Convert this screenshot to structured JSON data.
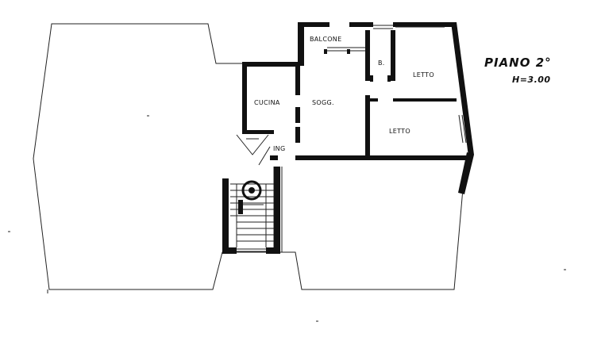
{
  "plan": {
    "title": "PIANO 2°",
    "height_note": "H=3.00",
    "rooms": {
      "balcone": "BALCONE",
      "cucina": "CUCINA",
      "soggiorno": "SOGG.",
      "bagno": "B.",
      "letto_1": "LETTO",
      "letto_2": "LETTO",
      "ingresso": "ING"
    }
  }
}
